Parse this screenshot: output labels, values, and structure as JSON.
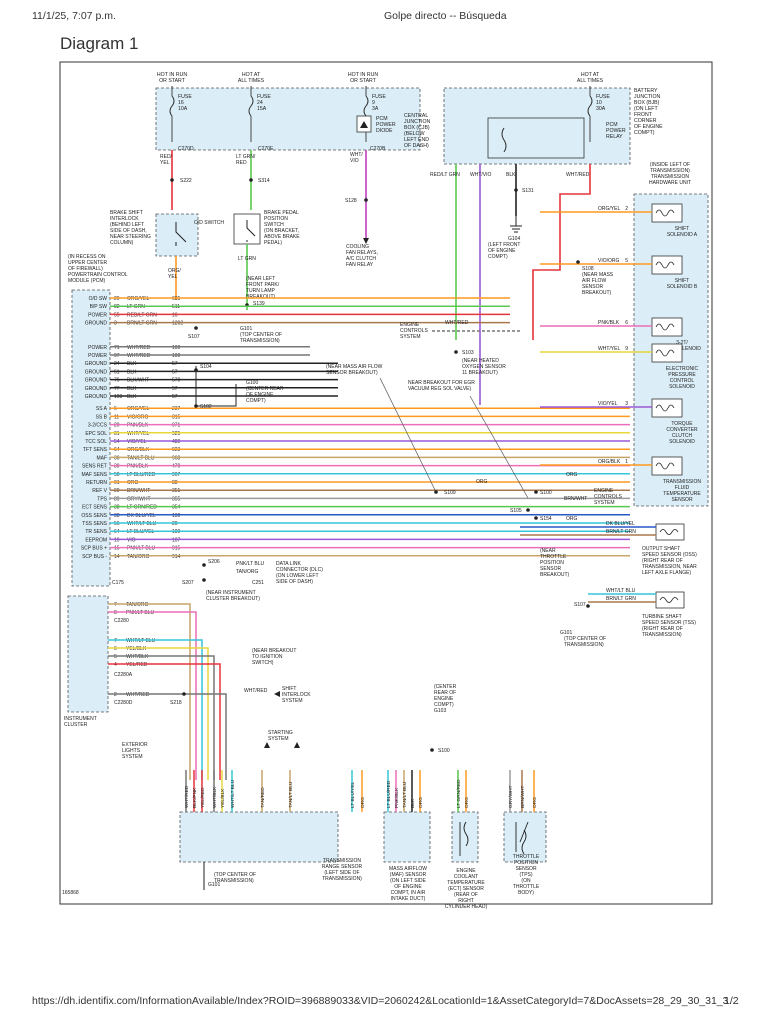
{
  "header": {
    "datetime": "11/1/25, 7:07 p.m.",
    "page_title": "Golpe directo -- Búsqueda"
  },
  "diagram": {
    "title": "Diagram 1",
    "fig_id": "165868",
    "top_boxes": [
      "HOT IN RUN OR START",
      "HOT AT ALL TIMES",
      "HOT IN RUN OR START",
      "HOT AT ALL TIMES"
    ],
    "fuses": [
      {
        "name": "FUSE",
        "num": "16",
        "amp": "10A"
      },
      {
        "name": "FUSE",
        "num": "24",
        "amp": "15A"
      },
      {
        "name": "FUSE",
        "num": "9",
        "amp": "3A"
      },
      {
        "name": "FUSE",
        "num": "10",
        "amp": "30A"
      }
    ],
    "cjb_label": [
      "CENTRAL",
      "JUNCTION",
      "BOX (CJB)",
      "(BELOW",
      "LEFT END",
      "OF DASH)"
    ],
    "bjb_label": [
      "BATTERY",
      "JUNCTION",
      "BOX (BJB)",
      "(ON LEFT",
      "FRONT",
      "CORNER",
      "OF ENGINE",
      "COMPT)"
    ],
    "pcm_diode": [
      "PCM",
      "POWER",
      "DIODE"
    ],
    "pcm_relay": [
      "PCM",
      "POWER",
      "RELAY"
    ],
    "connectors": [
      "C270D",
      "C270E",
      "C270B",
      "C270A",
      "C2280",
      "C2280A",
      "C2280D"
    ],
    "top_wires": [
      "RED/YEL",
      "LT GRN/RED",
      "WHT/VIO",
      "RED/LT GRN",
      "WHT/VIO",
      "BLK",
      "WHT/RED"
    ],
    "splices": [
      "S222",
      "S314",
      "S128",
      "S131",
      "S139",
      "S107",
      "S104",
      "S102",
      "S103",
      "S109",
      "S100",
      "S105",
      "S154",
      "S108",
      "S206",
      "S207",
      "S218",
      "S106"
    ],
    "grounds": [
      {
        "id": "G104",
        "desc": "(LEFT FRONT OF ENGINE COMPT)"
      },
      {
        "id": "G101",
        "desc": "(TOP CENTER OF TRANSMISSION)"
      },
      {
        "id": "G100",
        "desc": "(CENTER REAR OF ENGINE COMPT)"
      },
      {
        "id": "G103",
        "desc": "(CENTER REAR OF ENGINE COMPT)"
      },
      {
        "id": "G101",
        "desc": "(TOP CENTER OF TRANSMISSION)"
      }
    ],
    "switches": [
      {
        "name": "BRAKE SHIFT INTERLOCK (BEHIND LEFT SIDE OF DASH, NEAR STEERING COLUMN)",
        "label": "O/D SWITCH"
      },
      {
        "name": "BRAKE PEDAL POSITION SWITCH (ON BRACKET, ABOVE BRAKE PEDAL)",
        "label": ""
      }
    ],
    "notes": [
      "(NEAR LEFT FRONT PARK/ TURN LAMP BREAKOUT)",
      "COOLING FAN RELAYS, A/C CLUTCH FAN RELAY",
      "(NEAR MASS AIR FLOW SENSOR BREAKOUT)",
      "(NEAR HEATED OXYGEN SENSOR 11 BREAKOUT)",
      "NEAR BREAKOUT FOR EGR VACUUM REG SOL VALVE)",
      "(NEAR MASS AIR FLOW SENSOR BREAKOUT)",
      "(NEAR THROTTLE POSITION SENSOR BREAKOUT)",
      "(NEAR INSTRUMENT CLUSTER BREAKOUT)",
      "(NEAR BREAKOUT TO IGNITION SWITCH)",
      "ENGINE CONTROLS SYSTEM"
    ],
    "pcm_label": [
      "(IN RECESS ON",
      "UPPER CENTER",
      "OF FIREWALL)",
      "POWERTRAIN CONTROL",
      "MODULE (PCM)"
    ],
    "pcm_pins": [
      {
        "name": "O/D SW",
        "pin": "29",
        "wire": "ORG/YEL",
        "circ": "665",
        "color": "#ff9a1f"
      },
      {
        "name": "B/P SW",
        "pin": "82",
        "wire": "LT GRN",
        "circ": "511",
        "color": "#58c94e"
      },
      {
        "name": "POWER",
        "pin": "55",
        "wire": "RED/LT GRN",
        "circ": "16",
        "color": "#e5333b"
      },
      {
        "name": "GROUND",
        "pin": "3",
        "wire": "BRN/LT GRN",
        "circ": "1202",
        "color": "#a8784c"
      },
      {
        "name": "POWER",
        "pin": "71",
        "wire": "WHT/RED",
        "circ": "100",
        "color": "#777777"
      },
      {
        "name": "POWER",
        "pin": "97",
        "wire": "WHT/RED",
        "circ": "100",
        "color": "#777777"
      },
      {
        "name": "GROUND",
        "pin": "24",
        "wire": "BLK",
        "circ": "57",
        "color": "#222222"
      },
      {
        "name": "GROUND",
        "pin": "51",
        "wire": "BLK",
        "circ": "57",
        "color": "#222222"
      },
      {
        "name": "GROUND",
        "pin": "76",
        "wire": "BLK/WHT",
        "circ": "570",
        "color": "#222222"
      },
      {
        "name": "GROUND",
        "pin": "77",
        "wire": "BLK",
        "circ": "57",
        "color": "#222222"
      },
      {
        "name": "GROUND",
        "pin": "103",
        "wire": "BLK",
        "circ": "57",
        "color": "#222222"
      },
      {
        "name": "SS A",
        "pin": "6",
        "wire": "ORG/YEL",
        "circ": "237",
        "color": "#ff9a1f"
      },
      {
        "name": "SS B",
        "pin": "11",
        "wire": "VIO/ORG",
        "circ": "315",
        "color": "#ff9a1f"
      },
      {
        "name": "3-2/CCS",
        "pin": "20",
        "wire": "PNK/BLK",
        "circ": "971",
        "color": "#ea6fb8"
      },
      {
        "name": "EPC SOL",
        "pin": "81",
        "wire": "WHT/YEL",
        "circ": "925",
        "color": "#e8d63a"
      },
      {
        "name": "TCC SOL",
        "pin": "54",
        "wire": "VIO/YEL",
        "circ": "480",
        "color": "#9b59d6"
      },
      {
        "name": "TFT SENS",
        "pin": "64",
        "wire": "ORG/BLK",
        "circ": "923",
        "color": "#ff9a1f"
      },
      {
        "name": "MAF",
        "pin": "36",
        "wire": "TAN/LT BLU",
        "circ": "968",
        "color": "#c8a46a"
      },
      {
        "name": "SENS RET",
        "pin": "39",
        "wire": "PNK/BLK",
        "circ": "470",
        "color": "#ea6fb8"
      },
      {
        "name": "MAF SENS",
        "pin": "50",
        "wire": "LT BLU/RED",
        "circ": "967",
        "color": "#34c6d8"
      },
      {
        "name": "RETURN",
        "pin": "91",
        "wire": "ORG",
        "circ": "88",
        "color": "#ff9a1f"
      },
      {
        "name": "REF V",
        "pin": "90",
        "wire": "BRN/WHT",
        "circ": "351",
        "color": "#a8784c"
      },
      {
        "name": "TPS",
        "pin": "89",
        "wire": "GRY/WHT",
        "circ": "355",
        "color": "#9a9a9a"
      },
      {
        "name": "ECT SENS",
        "pin": "38",
        "wire": "LT GRN/RED",
        "circ": "354",
        "color": "#58c94e"
      },
      {
        "name": "OSS SENS",
        "pin": "33",
        "wire": "DK BLU/YEL",
        "circ": "136",
        "color": "#2857c8"
      },
      {
        "name": "TSS SENS",
        "pin": "56",
        "wire": "WHT/LT BLU",
        "circ": "20",
        "color": "#34c6d8"
      },
      {
        "name": "TR SENS",
        "pin": "64",
        "wire": "LT BLU/YEL",
        "circ": "199",
        "color": "#34c6d8"
      },
      {
        "name": "EEPROM",
        "pin": "19",
        "wire": "VIO",
        "circ": "107",
        "color": "#9b59d6"
      },
      {
        "name": "SCP BUS +",
        "pin": "15",
        "wire": "PNK/LT BLU",
        "circ": "915",
        "color": "#ea6fb8"
      },
      {
        "name": "SCP BUS -",
        "pin": "14",
        "wire": "TAN/ORG",
        "circ": "914",
        "color": "#c8a46a"
      }
    ],
    "cluster_label": [
      "INSTRUMENT",
      "CLUSTER"
    ],
    "cluster_pins": [
      {
        "pin": "7",
        "wire": "TAN/ORG",
        "color": "#c8a46a"
      },
      {
        "pin": "8",
        "wire": "PNK/LT BLU",
        "color": "#ea6fb8"
      },
      {
        "pin": "7",
        "wire": "WHT/LT BLU",
        "color": "#34c6d8"
      },
      {
        "pin": "6",
        "wire": "YEL/BLK",
        "color": "#e8d63a"
      },
      {
        "pin": "5",
        "wire": "WHT/BLK",
        "color": "#777777"
      },
      {
        "pin": "4",
        "wire": "YEL/RED",
        "color": "#e5333b"
      },
      {
        "pin": "2",
        "wire": "WHT/RED",
        "color": "#777777"
      }
    ],
    "dlc": [
      "DATA LINK",
      "CONNECTOR (DLC)",
      "(ON LOWER LEFT",
      "SIDE OF DASH)"
    ],
    "shift_interlock": [
      "SHIFT",
      "INTERLOCK",
      "SYSTEM"
    ],
    "ext_lights": [
      "EXTERIOR",
      "LIGHTS",
      "SYSTEM"
    ],
    "starting": [
      "STARTING",
      "SYSTEM"
    ],
    "trans_label": [
      "(INSIDE LEFT OF",
      "TRANSMISSION)",
      "TRANSMISSION",
      "HARDWARE UNIT"
    ],
    "trans_parts": [
      {
        "name": [
          "SHIFT",
          "SOLENOID A"
        ],
        "wire": "ORG/YEL",
        "pin": "2",
        "color": "#ff9a1f"
      },
      {
        "name": [
          "SHIFT",
          "SOLENOID B"
        ],
        "wire": "VIO/ORG",
        "pin": "5",
        "color": "#ff9a1f"
      },
      {
        "name": [
          "3-2T/",
          "CCS SOLENOID"
        ],
        "wire": "PNK/BLK",
        "pin": "6",
        "color": "#ea6fb8"
      },
      {
        "name": [
          "ELECTRONIC",
          "PRESSURE",
          "CONTROL",
          "SOLENOID"
        ],
        "wire": "WHT/YEL",
        "pin": "9",
        "color": "#e8d63a"
      },
      {
        "name": [
          "TORQUE",
          "CONVERTER",
          "CLUTCH",
          "SOLENOID"
        ],
        "wire": "VIO/YEL",
        "pin": "3",
        "color": "#9b59d6"
      },
      {
        "name": [
          "TRANSMISSION",
          "FLUID",
          "TEMPERATURE",
          "SENSOR"
        ],
        "wire": "ORG/BLK",
        "pin": "1",
        "color": "#ff9a1f"
      }
    ],
    "oss": [
      "OUTPUT SHAFT",
      "SPEED SENSOR (OSS)",
      "(RIGHT REAR OF",
      "TRANSMISSION, NEAR",
      "LEFT AXLE FLANGE)"
    ],
    "tss": [
      "TURBINE SHAFT",
      "SPEED SENSOR (TSS)",
      "(RIGHT REAR OF",
      "TRANSMISSION)"
    ],
    "bottom_components": [
      [
        "TRANSMISSION",
        "RANGE SENSOR",
        "(LEFT SIDE OF",
        "TRANSMISSION)"
      ],
      [
        "MASS AIRFLOW",
        "(MAF) SENSOR",
        "(ON LEFT SIDE",
        "OF ENGINE",
        "COMPT, IN AIR",
        "INTAKE DUCT)"
      ],
      [
        "ENGINE",
        "COOLANT",
        "TEMPERATURE",
        "(ECT) SENSOR",
        "(REAR OF",
        "RIGHT",
        "CYLINDER HEAD)"
      ],
      [
        "THROTTLE",
        "POSITION",
        "SENSOR",
        "(TPS)",
        "(ON",
        "THROTTLE",
        "BODY)"
      ]
    ],
    "bottom_wires": [
      "WHT/RED",
      "BLK/PNK",
      "YEL/RED",
      "WHT/BLK",
      "YEL/BLK",
      "WHT/LT BLU",
      "TAN/RED",
      "TAN/LT BLU",
      "LT BLU/YEL",
      "ORG",
      "LT BLU/RED",
      "PNK/BLK",
      "TAN/LT BLU",
      "BLK",
      "ORG",
      "LT GRN/RED",
      "ORG",
      "GRY/WHT",
      "BRN/WHT",
      "ORG"
    ],
    "center_rear": [
      "(CENTER",
      "REAR OF",
      "ENGINE",
      "COMPT)"
    ]
  },
  "footer": {
    "url": "https://dh.identifix.com/InformationAvailable/Index?ROID=396889033&VID=2060242&LocationId=1&AssetCategoryId=7&DocAssets=28_29_30_31_3…",
    "page": "1/2"
  }
}
